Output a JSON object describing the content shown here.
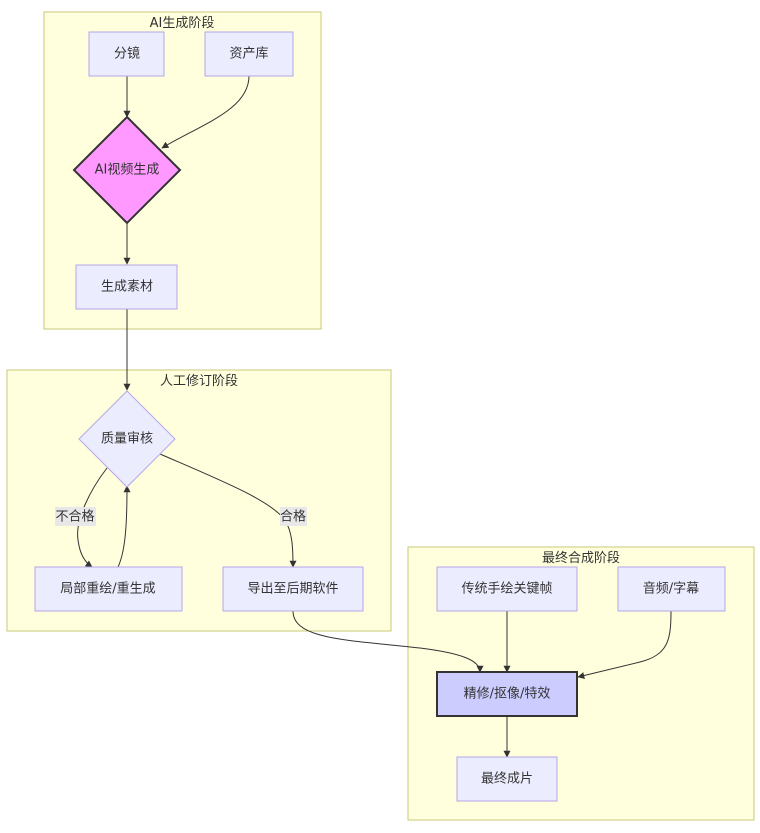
{
  "clusters": {
    "ai": {
      "title": "AI生成阶段"
    },
    "manual": {
      "title": "人工修订阶段"
    },
    "final": {
      "title": "最终合成阶段"
    }
  },
  "nodes": {
    "storyboard": "分镜",
    "assets": "资产库",
    "ai_video": "AI视频生成",
    "gen_material": "生成素材",
    "qa": "质量审核",
    "redraw": "局部重绘/重生成",
    "export": "导出至后期软件",
    "keyframes": "传统手绘关键帧",
    "audio": "音频/字幕",
    "refine": "精修/抠像/特效",
    "final": "最终成片"
  },
  "edges": {
    "fail_label": "不合格",
    "pass_label": "合格"
  },
  "colors": {
    "cluster_fill": "#ffffde",
    "node_fill": "#ececff",
    "ai_node_fill": "#ff99ff",
    "refine_node_fill": "#ccccff"
  }
}
